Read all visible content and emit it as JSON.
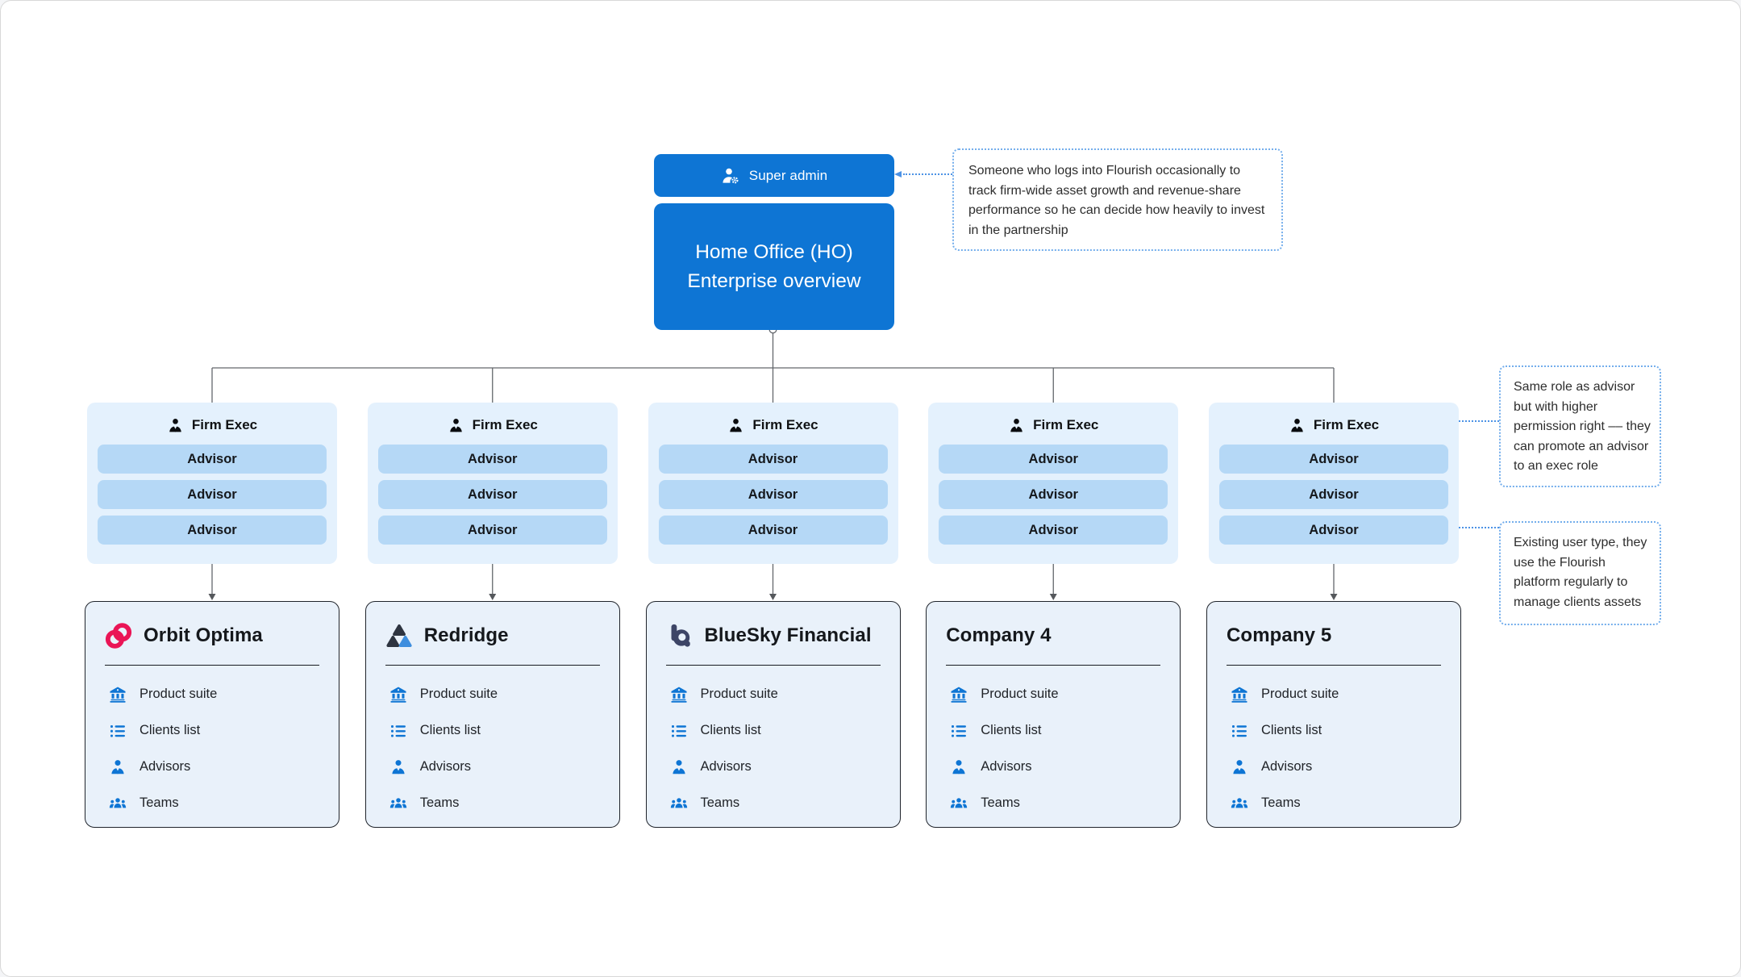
{
  "canvas": {
    "background": "#ffffff",
    "border_color": "#d8d8d8"
  },
  "palette": {
    "primary_blue": "#0e75d4",
    "exec_panel_blue": "#e4f1fd",
    "advisor_pill_blue": "#b5d8f6",
    "card_blue": "#e9f1fa",
    "connector_blue": "#4c92e5",
    "logo_pink": "#ea1556",
    "logo_slate": "#2e3440",
    "logo_sky_blue": "#3e8ede",
    "logo_indigo": "#3d4566",
    "text_dark": "#15181c"
  },
  "root_node": {
    "badge": {
      "icon": "user-gear-icon",
      "label": "Super admin"
    },
    "title_line1": "Home Office (HO)",
    "title_line2": "Enterprise overview"
  },
  "annotations": [
    {
      "id": "super-admin-note",
      "text": "Someone who logs into Flourish occasionally to track firm-wide asset growth and revenue-share performance so he can decide how heavily to invest in the partnership"
    },
    {
      "id": "firm-exec-note",
      "text": "Same role as advisor but with higher permission right –– they can promote an advisor to an exec role"
    },
    {
      "id": "advisor-note",
      "text": "Existing user type, they use the Flourish platform regularly to manage clients assets"
    }
  ],
  "exec_groups": [
    {
      "icon": "person-tie-icon",
      "label": "Firm Exec",
      "advisors": [
        "Advisor",
        "Advisor",
        "Advisor"
      ]
    },
    {
      "icon": "person-tie-icon",
      "label": "Firm Exec",
      "advisors": [
        "Advisor",
        "Advisor",
        "Advisor"
      ]
    },
    {
      "icon": "person-tie-icon",
      "label": "Firm Exec",
      "advisors": [
        "Advisor",
        "Advisor",
        "Advisor"
      ]
    },
    {
      "icon": "person-tie-icon",
      "label": "Firm Exec",
      "advisors": [
        "Advisor",
        "Advisor",
        "Advisor"
      ]
    },
    {
      "icon": "person-tie-icon",
      "label": "Firm Exec",
      "advisors": [
        "Advisor",
        "Advisor",
        "Advisor"
      ]
    }
  ],
  "companies": [
    {
      "name": "Orbit Optima",
      "logo": "orbit-rings-logo"
    },
    {
      "name": "Redridge",
      "logo": "triangles-logo"
    },
    {
      "name": "BlueSky Financial",
      "logo": "letter-b-logo"
    },
    {
      "name": "Company 4",
      "logo": null
    },
    {
      "name": "Company 5",
      "logo": null
    }
  ],
  "company_menu": [
    {
      "icon": "bank-icon",
      "label": "Product suite"
    },
    {
      "icon": "list-icon",
      "label": "Clients list"
    },
    {
      "icon": "person-tie-icon",
      "label": "Advisors"
    },
    {
      "icon": "people-icon",
      "label": "Teams"
    }
  ]
}
